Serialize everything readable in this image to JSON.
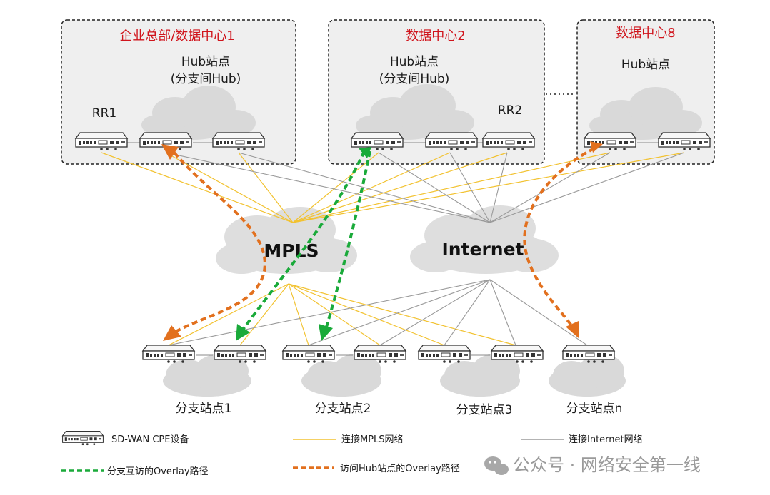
{
  "sites": {
    "hq": {
      "title": "企业总部/数据中心1",
      "hub_line1": "Hub站点",
      "hub_line2": "(分支间Hub)",
      "rr": "RR1"
    },
    "dc2": {
      "title": "数据中心2",
      "hub_line1": "Hub站点",
      "hub_line2": "(分支间Hub)",
      "rr": "RR2"
    },
    "dc8": {
      "title": "数据中心8",
      "hub_line1": "Hub站点"
    }
  },
  "networks": {
    "mpls": "MPLS",
    "internet": "Internet"
  },
  "branches": [
    "分支站点1",
    "分支站点2",
    "分支站点3",
    "分支站点n"
  ],
  "legend": {
    "cpe": "SD-WAN CPE设备",
    "mpls_link": "连接MPLS网络",
    "internet_link": "连接Internet网络",
    "branch_overlay": "分支互访的Overlay路径",
    "hub_overlay": "访问Hub站点的Overlay路径"
  },
  "colors": {
    "title_red": "#d0141c",
    "mpls_line": "#f2c230",
    "internet_line": "#9a9a9a",
    "green_path": "#1aaa3a",
    "orange_path": "#e2701e"
  },
  "watermark": "公众号 · 网络安全第一线"
}
